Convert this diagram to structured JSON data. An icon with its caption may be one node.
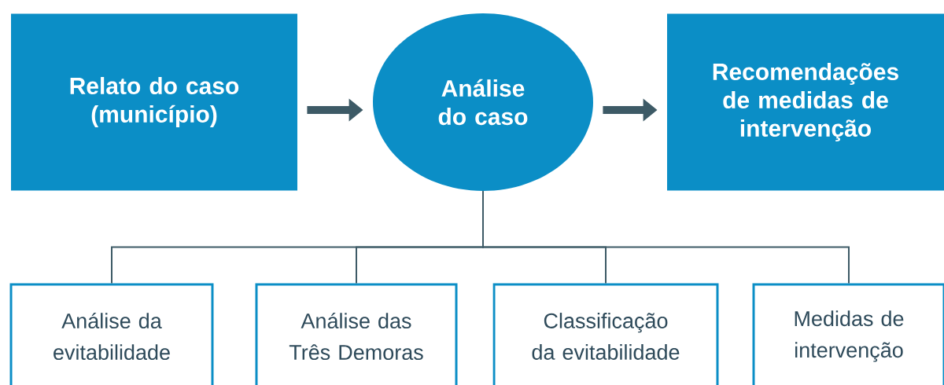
{
  "diagram": {
    "nodes": [
      {
        "text": [
          "Relato do caso (município)"
        ]
      },
      {
        "text": [
          "Análise do caso"
        ]
      },
      {
        "text": [
          "Recomendações de medidas de intervenção"
        ]
      },
      {
        "text": [
          "Análise da evitabilidade"
        ]
      },
      {
        "text": [
          "Análise das Três Demoras"
        ]
      },
      {
        "text": [
          "Classificação da evitabilidade"
        ]
      },
      {
        "text": [
          "Medidas de intervenção"
        ]
      }
    ],
    "edges": [
      {
        "from": 0,
        "to": 1,
        "arrow": "to",
        "style": "thick"
      },
      {
        "from": 1,
        "to": 2,
        "arrow": "to",
        "style": "thick"
      },
      {
        "from": 1,
        "to": 3,
        "arrow": "none"
      },
      {
        "from": 1,
        "to": 4,
        "arrow": "none"
      },
      {
        "from": 1,
        "to": 5,
        "arrow": "none"
      },
      {
        "from": 1,
        "to": 6,
        "arrow": "none"
      }
    ]
  }
}
